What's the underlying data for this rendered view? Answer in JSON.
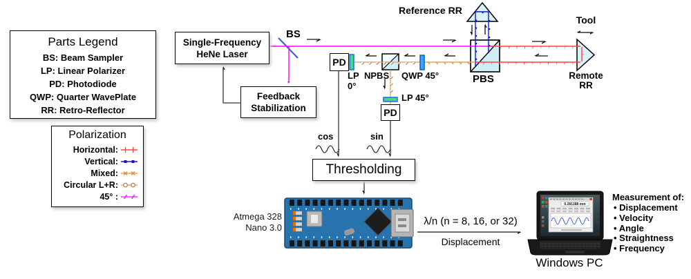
{
  "parts_legend": {
    "title": "Parts Legend",
    "items": [
      "BS: Beam Sampler",
      "LP: Linear Polarizer",
      "PD: Photodiode",
      "QWP: Quarter WavePlate",
      "RR: Retro-Reflector"
    ]
  },
  "polarization_legend": {
    "title": "Polarization",
    "rows": [
      {
        "label": "Horizontal:"
      },
      {
        "label": "Vertical:"
      },
      {
        "label": "Mixed:"
      },
      {
        "label": "Circular L+R:"
      },
      {
        "label": "45° :"
      }
    ]
  },
  "components": {
    "laser_line1": "Single-Frequency",
    "laser_line2": "HeNe Laser",
    "feedback_line1": "Feedback",
    "feedback_line2": "Stabilization",
    "bs": "BS",
    "pd": "PD",
    "lp0_line1": "LP",
    "lp0_line2": "0°",
    "npbs": "NPBS",
    "qwp": "QWP 45°",
    "lp45": "LP 45°",
    "pbs": "PBS",
    "reference_rr": "Reference RR",
    "tool": "Tool",
    "remote_line1": "Remote",
    "remote_line2": "RR",
    "thresholding": "Thresholding"
  },
  "signals": {
    "cos": "cos",
    "sin": "sin"
  },
  "arduino": {
    "label_line1": "Atmega 328",
    "label_line2": "Nano 3.0"
  },
  "output": {
    "formula": "λ/n (n = 8, 16, or 32)",
    "quantity": "Displacement"
  },
  "pc": {
    "label": "Windows PC",
    "screen_reading": "0.281388 mm"
  },
  "measurements": {
    "title": "Measurement of:",
    "items": [
      "Displacement",
      "Velocity",
      "Angle",
      "Straightness",
      "Frequency"
    ]
  },
  "colors": {
    "horizontal": "#FF4040",
    "vertical": "#1515CF",
    "mixed": "#EDA24C",
    "mixed_mark": "#E8862E",
    "circular": "#D29A6A",
    "deg45": "#FF00FF",
    "cube_fill": "#D9F1F8",
    "lp_fill": "#3BDC8A",
    "qwp_fill": "#35A8F5",
    "board_blue": "#2673AD"
  }
}
